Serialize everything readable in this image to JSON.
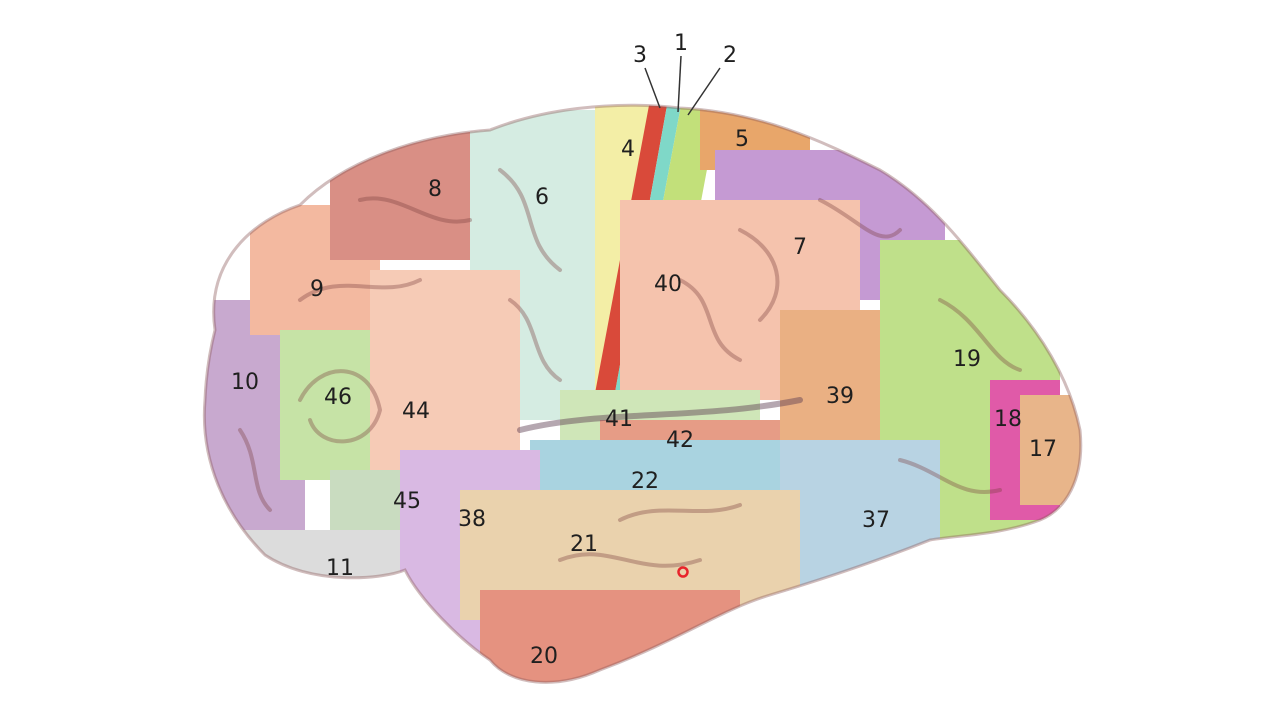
{
  "areas": [
    {
      "id": "1",
      "label": "1",
      "color": "#7fd8c8"
    },
    {
      "id": "2",
      "label": "2",
      "color": "#c2e07a"
    },
    {
      "id": "3",
      "label": "3",
      "color": "#d94a3a"
    },
    {
      "id": "4",
      "label": "4",
      "color": "#f3eea6"
    },
    {
      "id": "5",
      "label": "5",
      "color": "#e8a66a"
    },
    {
      "id": "6",
      "label": "6",
      "color": "#d5ece2"
    },
    {
      "id": "7",
      "label": "7",
      "color": "#c59ad3"
    },
    {
      "id": "8",
      "label": "8",
      "color": "#d98f85"
    },
    {
      "id": "9",
      "label": "9",
      "color": "#f3b9a0"
    },
    {
      "id": "10",
      "label": "10",
      "color": "#c8a9cf"
    },
    {
      "id": "11",
      "label": "11",
      "color": "#dcdcdc"
    },
    {
      "id": "17",
      "label": "17",
      "color": "#e8b58a"
    },
    {
      "id": "18",
      "label": "18",
      "color": "#e05aa8"
    },
    {
      "id": "19",
      "label": "19",
      "color": "#bfe08a"
    },
    {
      "id": "20",
      "label": "20",
      "color": "#e59280"
    },
    {
      "id": "21",
      "label": "21",
      "color": "#ead2ad"
    },
    {
      "id": "22",
      "label": "22",
      "color": "#a9d3e0"
    },
    {
      "id": "37",
      "label": "37",
      "color": "#b8d3e3"
    },
    {
      "id": "38",
      "label": "38",
      "color": "#d9b9e3"
    },
    {
      "id": "39",
      "label": "39",
      "color": "#eab083"
    },
    {
      "id": "40",
      "label": "40",
      "color": "#f5c3ad"
    },
    {
      "id": "41",
      "label": "41",
      "color": "#cfe6b8"
    },
    {
      "id": "42",
      "label": "42",
      "color": "#e69c86"
    },
    {
      "id": "44",
      "label": "44",
      "color": "#f6cbb6"
    },
    {
      "id": "45",
      "label": "45",
      "color": "#c9dcc0"
    },
    {
      "id": "46",
      "label": "46",
      "color": "#c6e3a6"
    }
  ],
  "marker_color": "#e8242b"
}
